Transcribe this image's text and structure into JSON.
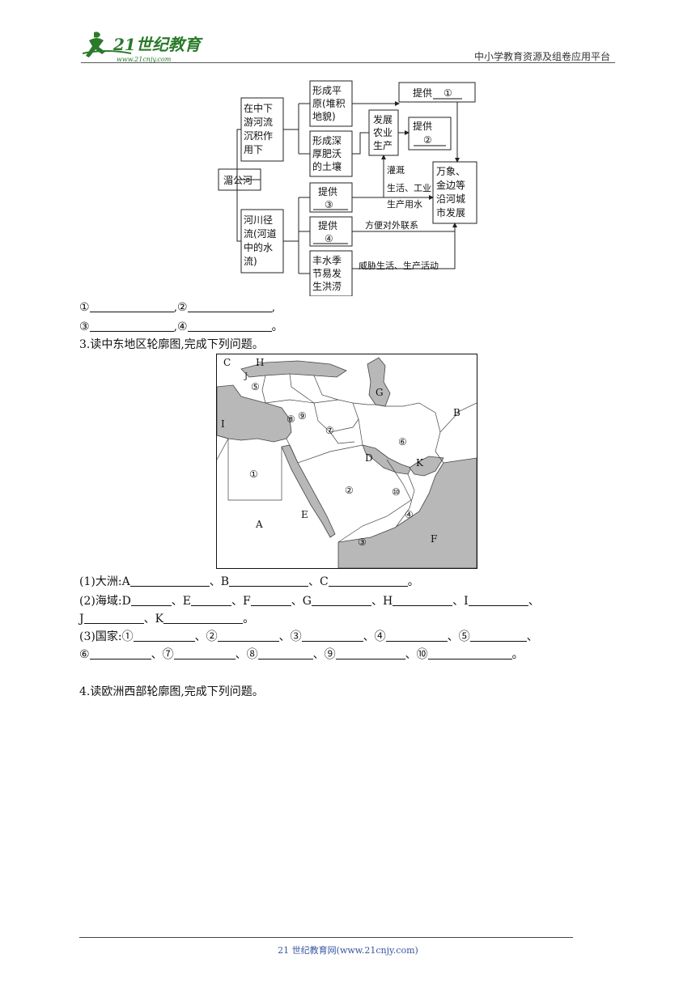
{
  "header": {
    "logo_text": "21世纪教育",
    "logo_url": "www.21cnjy.com",
    "platform": "中小学教育资源及组卷应用平台",
    "brand_color": "#2a7a2a"
  },
  "flowchart": {
    "source": "湄公河",
    "branch1": [
      "在中下",
      "游河流",
      "沉积作",
      "用下"
    ],
    "branch2": [
      "河川径",
      "流(河道",
      "中的水",
      "流)"
    ],
    "plain": [
      "形成平",
      "原(堆积",
      "地貌)"
    ],
    "soil": [
      "形成深",
      "厚肥沃",
      "的土壤"
    ],
    "agri": [
      "发展",
      "农业",
      "生产"
    ],
    "provide1": "提供",
    "provide2": "提供",
    "provide3": "提供",
    "provide4": "提供",
    "n1": "①",
    "n2": "②",
    "n3": "③",
    "n4": "④",
    "flood": [
      "丰水季",
      "节易发",
      "生洪涝"
    ],
    "cities": [
      "万象、",
      "金边等",
      "沿河城",
      "市发展"
    ],
    "irrigate": "灌溉",
    "water1": "生活、工业",
    "water2": "生产用水",
    "transport": "方便对外联系",
    "threat": "威胁生活、生产活动"
  },
  "answers": {
    "a1": "①",
    "a2": "②",
    "a3": "③",
    "a4": "④",
    "comma": ",",
    "period": "。"
  },
  "q3": {
    "title": "3.读中东地区轮廓图,完成下列问题。",
    "p1_label": "(1)大洲:",
    "p2_label": "(2)海域:",
    "p3_label": "(3)国家:",
    "A": "A",
    "B": "B",
    "C": "C",
    "D": "D",
    "E": "E",
    "F": "F",
    "G": "G",
    "H": "H",
    "I": "I",
    "J": "J",
    "K": "K",
    "c1": "①",
    "c2": "②",
    "c3": "③",
    "c4": "④",
    "c5": "⑤",
    "c6": "⑥",
    "c7": "⑦",
    "c8": "⑧",
    "c9": "⑨",
    "c10": "⑩",
    "sep": "、",
    "end": "。"
  },
  "q4": {
    "title": "4.读欧洲西部轮廓图,完成下列问题。"
  },
  "map": {
    "labels": {
      "C": "C",
      "H": "H",
      "J": "J",
      "I": "I",
      "G": "G",
      "B": "B",
      "D": "D",
      "K": "K",
      "A": "A",
      "E": "E",
      "F": "F",
      "n1": "①",
      "n2": "②",
      "n3": "③",
      "n4": "④",
      "n5": "⑤",
      "n6": "⑥",
      "n7": "⑦",
      "n8": "⑧",
      "n9": "⑨",
      "n10": "⑩"
    },
    "water_color": "#b8b8b8"
  },
  "footer": {
    "text": "21 世纪教育网(www.21cnjy.com)"
  }
}
